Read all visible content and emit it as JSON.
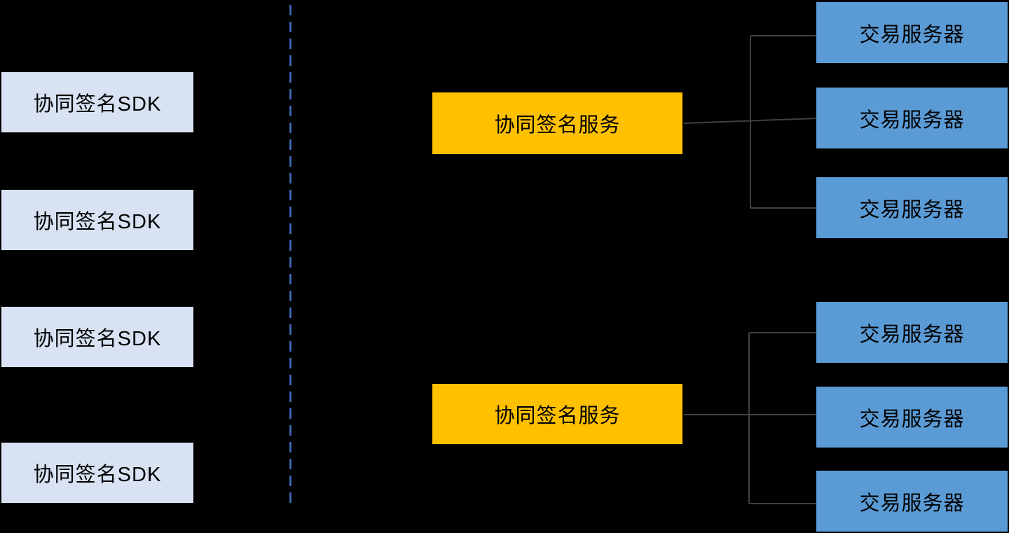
{
  "diagram": {
    "left_column": {
      "boxes": [
        {
          "label": "协同签名SDK"
        },
        {
          "label": "协同签名SDK"
        },
        {
          "label": "协同签名SDK"
        },
        {
          "label": "协同签名SDK"
        }
      ]
    },
    "middle_column": {
      "boxes": [
        {
          "label": "协同签名服务"
        },
        {
          "label": "协同签名服务"
        }
      ]
    },
    "right_column": {
      "clusters": [
        {
          "servers": [
            {
              "label": "交易服务器"
            },
            {
              "label": "交易服务器"
            },
            {
              "label": "交易服务器"
            }
          ]
        },
        {
          "servers": [
            {
              "label": "交易服务器"
            },
            {
              "label": "交易服务器"
            },
            {
              "label": "交易服务器"
            }
          ]
        }
      ]
    },
    "colors": {
      "background": "#000000",
      "sdk_box": "#d9e2f3",
      "service_box": "#ffc000",
      "server_box": "#5b9bd5",
      "divider": "#4472c4",
      "connector": "#404040",
      "text": "#000000"
    }
  }
}
